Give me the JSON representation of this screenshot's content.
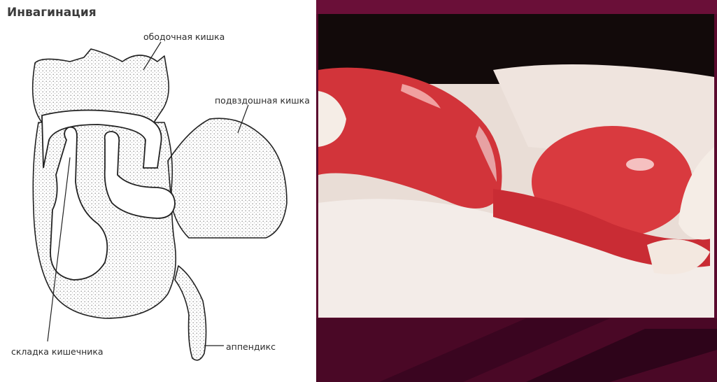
{
  "title": "Инвагинация",
  "labels": {
    "colon": "ободочная кишка",
    "ileum": "подвздошная кишка",
    "fold": "складка кишечника",
    "appendix": "аппендикс"
  },
  "colors": {
    "slide_bg": "#5a0a2e",
    "slide_stripe": "#3a0520",
    "tissue": "#d2343a",
    "tissue_highlight": "#f0a0a0",
    "drape": "#f2e6e1"
  },
  "icons": [
    "intestine-diagram-illustration",
    "surgical-photo"
  ]
}
